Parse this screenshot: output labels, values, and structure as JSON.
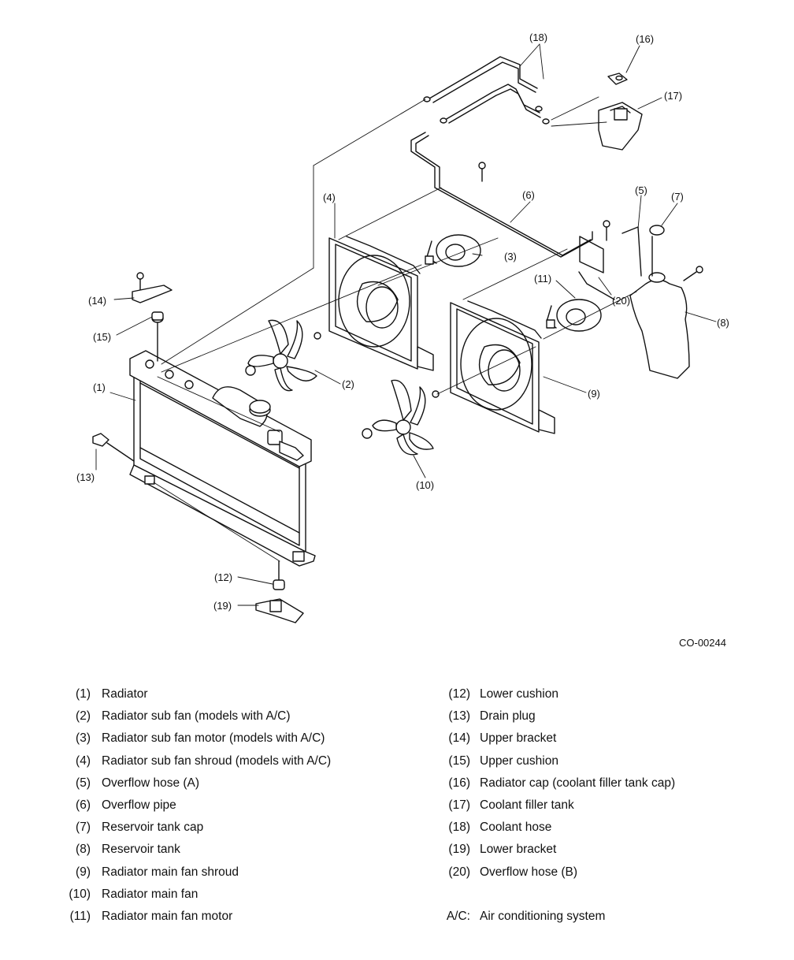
{
  "figure_code": "CO-00244",
  "callouts": [
    "(1)",
    "(2)",
    "(3)",
    "(4)",
    "(5)",
    "(6)",
    "(7)",
    "(8)",
    "(9)",
    "(10)",
    "(11)",
    "(12)",
    "(13)",
    "(14)",
    "(15)",
    "(16)",
    "(17)",
    "(18)",
    "(19)",
    "(20)"
  ],
  "legend": {
    "left": [
      {
        "num": "(1)",
        "label": "Radiator"
      },
      {
        "num": "(2)",
        "label": "Radiator sub fan (models with A/C)"
      },
      {
        "num": "(3)",
        "label": "Radiator sub fan motor (models with A/C)"
      },
      {
        "num": "(4)",
        "label": "Radiator sub fan shroud (models with A/C)"
      },
      {
        "num": "(5)",
        "label": "Overflow hose (A)"
      },
      {
        "num": "(6)",
        "label": "Overflow pipe"
      },
      {
        "num": "(7)",
        "label": "Reservoir tank cap"
      },
      {
        "num": "(8)",
        "label": "Reservoir tank"
      },
      {
        "num": "(9)",
        "label": "Radiator main fan shroud"
      },
      {
        "num": "(10)",
        "label": "Radiator main fan"
      },
      {
        "num": "(11)",
        "label": "Radiator main fan motor"
      }
    ],
    "right": [
      {
        "num": "(12)",
        "label": "Lower cushion"
      },
      {
        "num": "(13)",
        "label": "Drain plug"
      },
      {
        "num": "(14)",
        "label": "Upper bracket"
      },
      {
        "num": "(15)",
        "label": "Upper cushion"
      },
      {
        "num": "(16)",
        "label": "Radiator cap (coolant filler tank cap)"
      },
      {
        "num": "(17)",
        "label": "Coolant filler tank"
      },
      {
        "num": "(18)",
        "label": "Coolant hose"
      },
      {
        "num": "(19)",
        "label": "Lower bracket"
      },
      {
        "num": "(20)",
        "label": "Overflow hose (B)"
      }
    ],
    "abbr": {
      "num": "A/C:",
      "label": "Air conditioning system"
    }
  }
}
